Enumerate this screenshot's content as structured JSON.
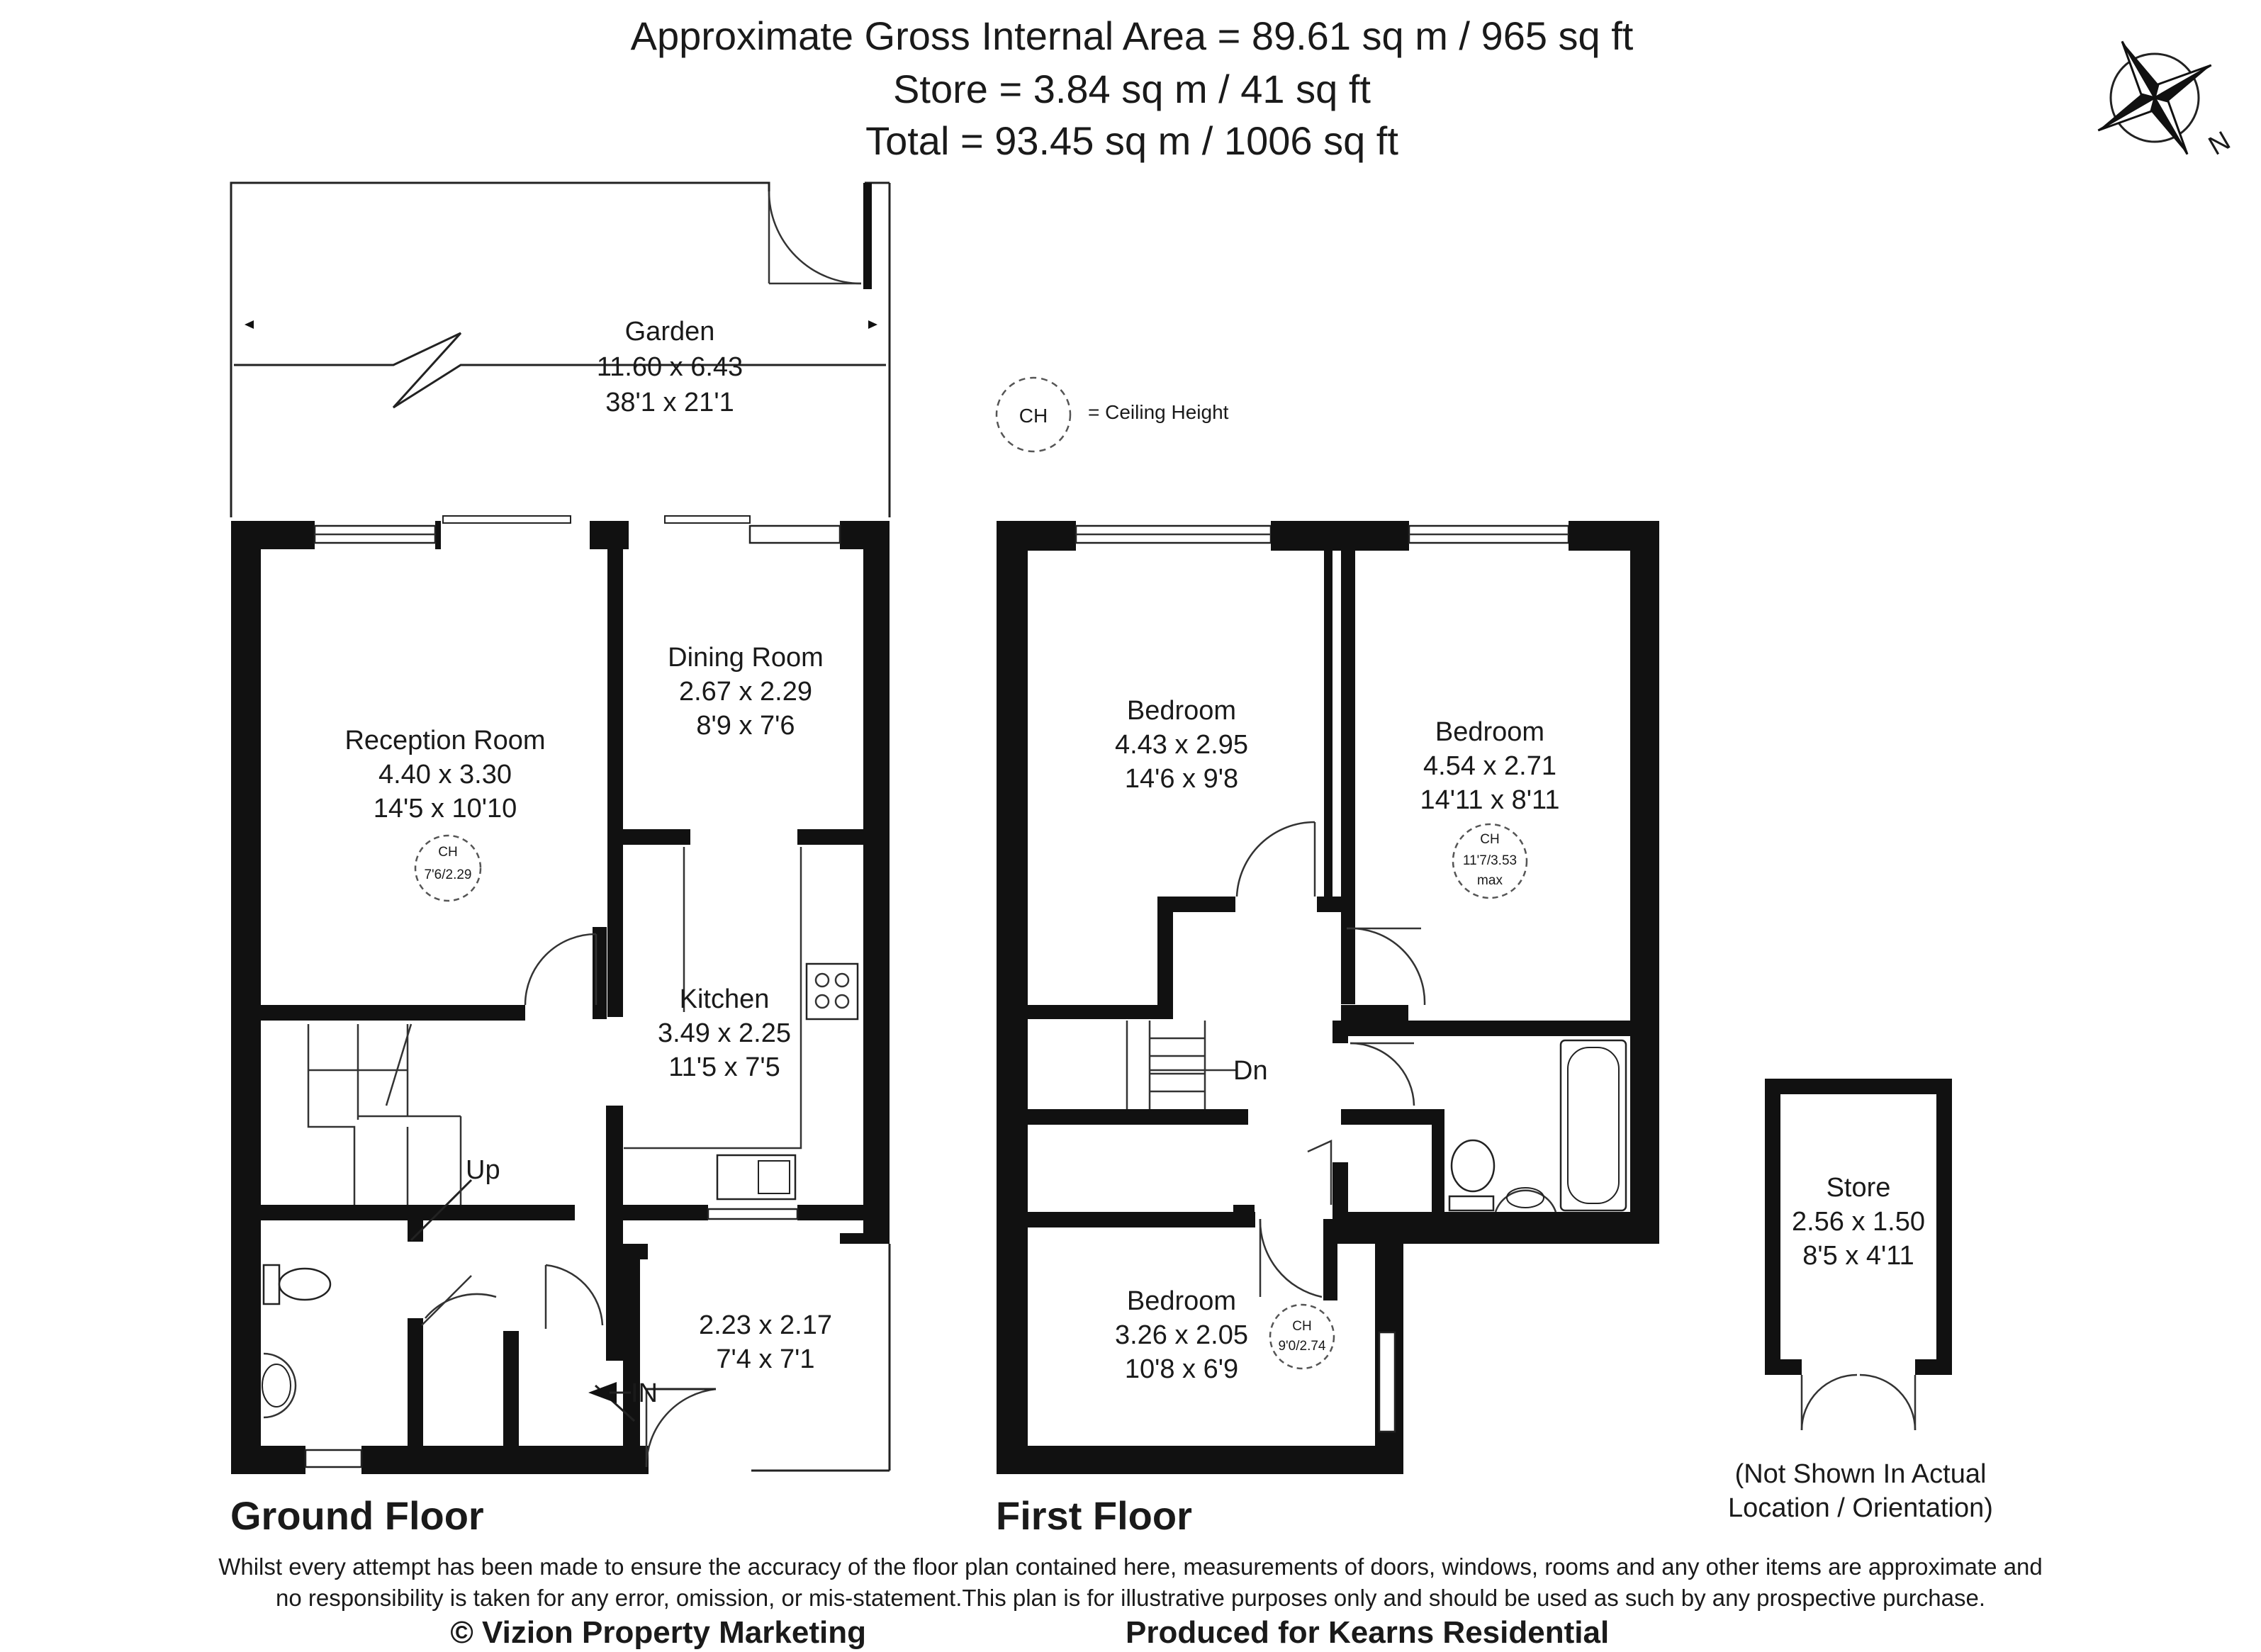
{
  "header": {
    "line1": "Approximate Gross Internal Area = 89.61 sq m / 965 sq ft",
    "line2": "Store = 3.84 sq m / 41 sq ft",
    "line3": "Total = 93.45 sq m / 1006 sq ft"
  },
  "compass": {
    "label": "N"
  },
  "legend": {
    "symbol": "CH",
    "meaning": "= Ceiling Height"
  },
  "garden": {
    "name": "Garden",
    "metric": "11.60 x 6.43",
    "imperial": "38'1 x 21'1"
  },
  "ground_floor": {
    "label": "Ground Floor",
    "reception": {
      "name": "Reception Room",
      "metric": "4.40 x 3.30",
      "imperial": "14'5 x 10'10",
      "ch_label": "CH",
      "ch_value": "7'6/2.29"
    },
    "dining": {
      "name": "Dining Room",
      "metric": "2.67 x 2.29",
      "imperial": "8'9 x 7'6"
    },
    "kitchen": {
      "name": "Kitchen",
      "metric": "3.49 x 2.25",
      "imperial": "11'5 x 7'5"
    },
    "porch": {
      "metric": "2.23 x 2.17",
      "imperial": "7'4 x 7'1"
    },
    "stairs_label": "Up",
    "entrance_label": "IN"
  },
  "first_floor": {
    "label": "First Floor",
    "bedroom1": {
      "name": "Bedroom",
      "metric": "4.43 x 2.95",
      "imperial": "14'6 x 9'8"
    },
    "bedroom2": {
      "name": "Bedroom",
      "metric": "4.54 x 2.71",
      "imperial": "14'11 x 8'11",
      "ch_label": "CH",
      "ch_value": "11'7/3.53",
      "ch_note": "max"
    },
    "bedroom3": {
      "name": "Bedroom",
      "metric": "3.26 x 2.05",
      "imperial": "10'8 x 6'9",
      "ch_label": "CH",
      "ch_value": "9'0/2.74"
    },
    "stairs_label": "Dn"
  },
  "store": {
    "name": "Store",
    "metric": "2.56 x 1.50",
    "imperial": "8'5 x 4'11",
    "note_line1": "(Not Shown In Actual",
    "note_line2": "Location / Orientation)"
  },
  "disclaimer": {
    "line1": "Whilst every attempt has been made to ensure the accuracy of the floor plan contained here, measurements of doors, windows, rooms and any other items are approximate and",
    "line2": "no responsibility is taken for any error, omission, or mis-statement.This plan is for illustrative purposes only and should be used as such by any prospective purchase."
  },
  "footer": {
    "left": "© Vizion Property Marketing",
    "right": "Produced for Kearns Residential"
  }
}
